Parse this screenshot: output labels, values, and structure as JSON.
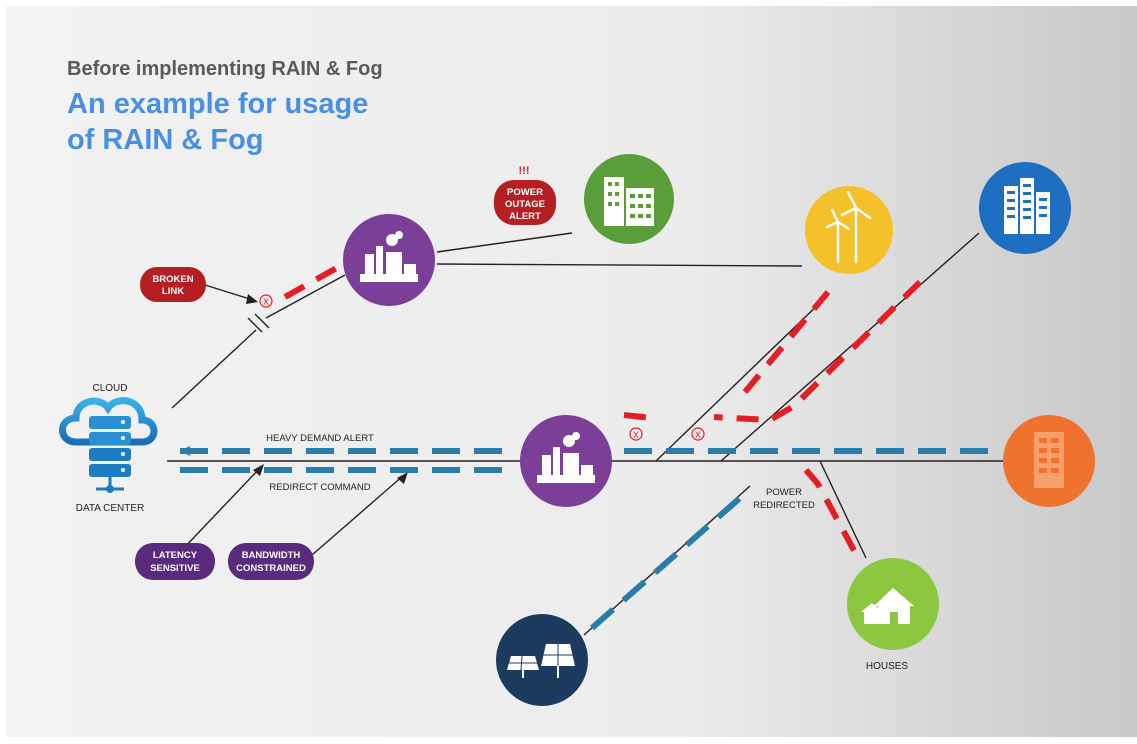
{
  "header": {
    "subtitle": "Before implementing RAIN & Fog",
    "title_line1": "An example for usage",
    "title_line2": "of RAIN & Fog"
  },
  "labels": {
    "cloud": "CLOUD",
    "data_center": "DATA CENTER",
    "heavy_demand": "HEAVY DEMAND ALERT",
    "redirect": "REDIRECT COMMAND",
    "power_redirected_1": "POWER",
    "power_redirected_2": "REDIRECTED",
    "houses": "HOUSES",
    "alert_marks": "!!!",
    "x_mark": "X"
  },
  "badges": {
    "broken_link": [
      "BROKEN",
      "LINK"
    ],
    "power_outage": [
      "POWER",
      "OUTAGE",
      "ALERT"
    ],
    "latency": [
      "LATENCY",
      "SENSITIVE"
    ],
    "bandwidth": [
      "BANDWIDTH",
      "CONSTRAINED"
    ]
  },
  "colors": {
    "purple": "#7b3f98",
    "green": "#5a9e3a",
    "yellow": "#f5c12a",
    "blue": "#1e6fc2",
    "orange": "#f0722f",
    "lime": "#8dc63f",
    "navy": "#1d3a5f",
    "teal": "#2a7da8",
    "alert_red": "#e31e24",
    "badge_red": "#b51f24",
    "badge_purple": "#5a2a7d",
    "title_blue": "#4a90e2",
    "title_gray": "#5a5a5a"
  },
  "icons": {
    "cloud": "cloud-server-icon",
    "factory": "factory-icon",
    "office": "office-building-icon",
    "wind": "wind-turbine-icon",
    "skyscraper": "skyscraper-icon",
    "apartment": "apartment-building-icon",
    "houses": "houses-icon",
    "solar": "solar-panel-icon"
  }
}
